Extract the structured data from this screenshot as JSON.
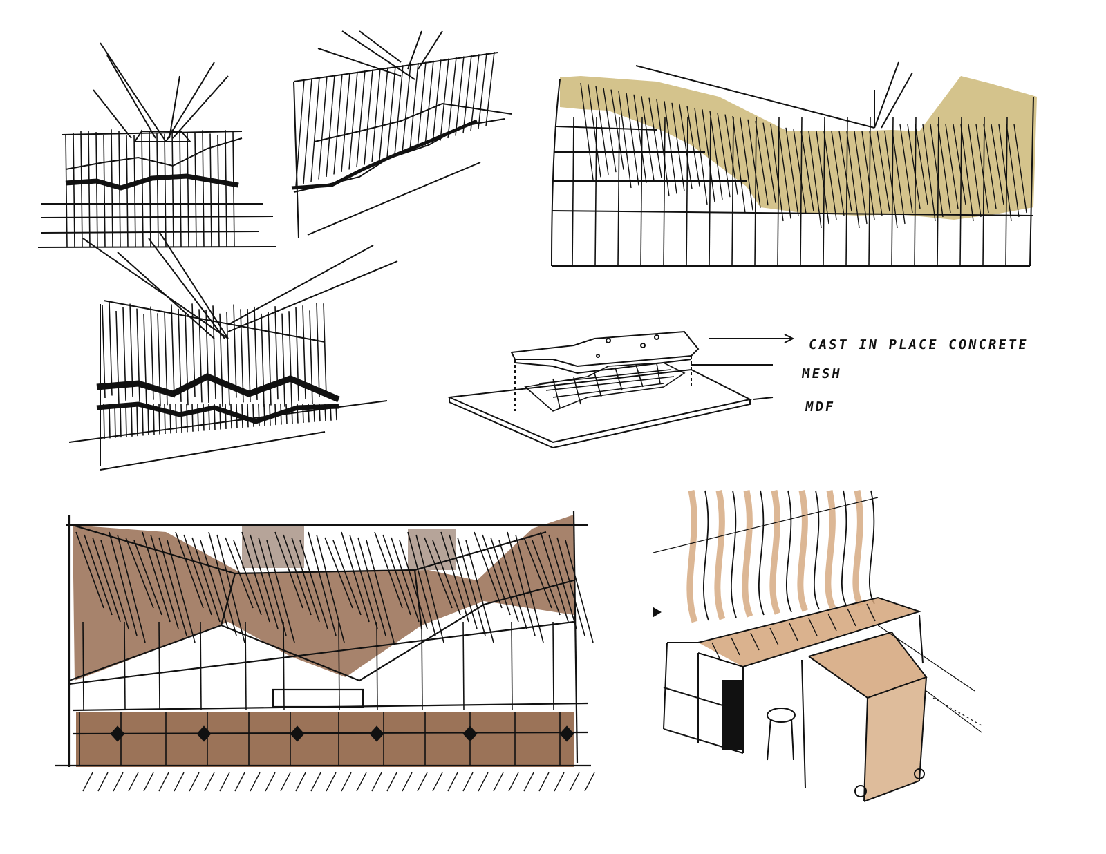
{
  "sheet": {
    "labels": {
      "cast_in_place": "CAST IN PLACE CONCRETE",
      "mesh": "MESH",
      "mdf": "MDF"
    }
  },
  "colors": {
    "ink": "#111111",
    "ochre_marker": "#cdb978",
    "brown_marker": "#8a5a3b",
    "tan_marker": "#d3a57a",
    "paper": "#ffffff"
  },
  "sketches": [
    "ceiling-sketch-small-front",
    "ceiling-sketch-small-perspective",
    "ceiling-sketch-medium-front",
    "wall-elevation-ochre",
    "layered-assembly-diagram",
    "ceiling-elevation-brown",
    "reception-desk-perspective"
  ]
}
